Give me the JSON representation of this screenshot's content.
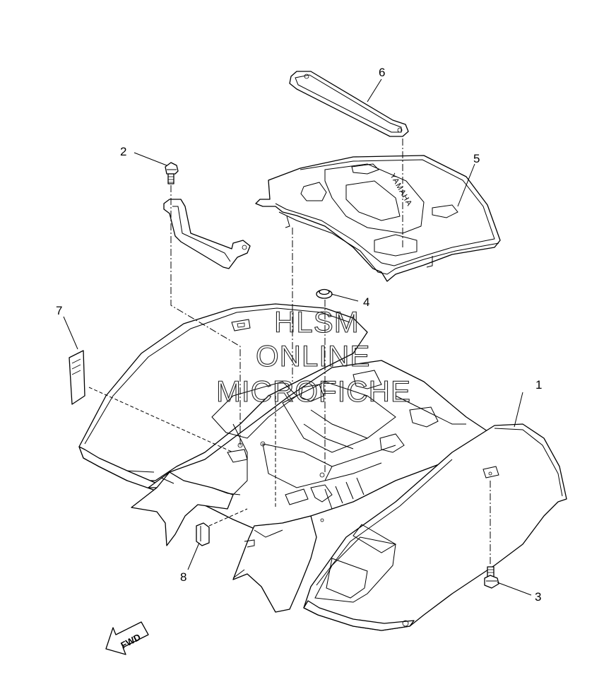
{
  "diagram": {
    "callouts": [
      {
        "id": "1",
        "label": "1"
      },
      {
        "id": "2",
        "label": "2"
      },
      {
        "id": "3",
        "label": "3"
      },
      {
        "id": "4",
        "label": "4"
      },
      {
        "id": "5",
        "label": "5"
      },
      {
        "id": "6",
        "label": "6"
      },
      {
        "id": "7",
        "label": "7"
      },
      {
        "id": "8",
        "label": "8"
      }
    ],
    "brand_mark": "YAMAHA",
    "direction_arrow": "FWD",
    "watermark": [
      "HLSM",
      "ONLINE",
      "MICROFICHE"
    ]
  }
}
